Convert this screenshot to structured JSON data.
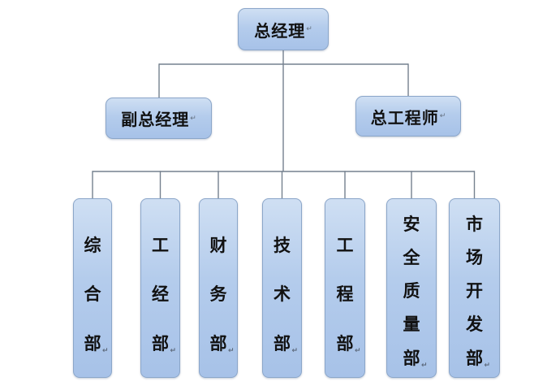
{
  "root": {
    "label": "总经理"
  },
  "managers": [
    {
      "label": "副总经理"
    },
    {
      "label": "总工程师"
    }
  ],
  "departments": [
    {
      "name": "综合部",
      "chars": [
        "综",
        "合",
        "部"
      ]
    },
    {
      "name": "工经部",
      "chars": [
        "工",
        "经",
        "部"
      ]
    },
    {
      "name": "财务部",
      "chars": [
        "财",
        "务",
        "部"
      ]
    },
    {
      "name": "技术部",
      "chars": [
        "技",
        "术",
        "部"
      ]
    },
    {
      "name": "工程部",
      "chars": [
        "工",
        "程",
        "部"
      ]
    },
    {
      "name": "安全质量部",
      "chars": [
        "安",
        "全",
        "质",
        "量",
        "部"
      ]
    },
    {
      "name": "市场开发部",
      "chars": [
        "市",
        "场",
        "开",
        "发",
        "部"
      ]
    }
  ],
  "marks": {
    "paragraph": "↵"
  },
  "colors": {
    "box_fill_top": "#cfdff3",
    "box_fill_bottom": "#a7c2e8",
    "box_border": "#8ba6c9",
    "connector": "#75818f",
    "text": "#111111",
    "background": "#ffffff"
  }
}
